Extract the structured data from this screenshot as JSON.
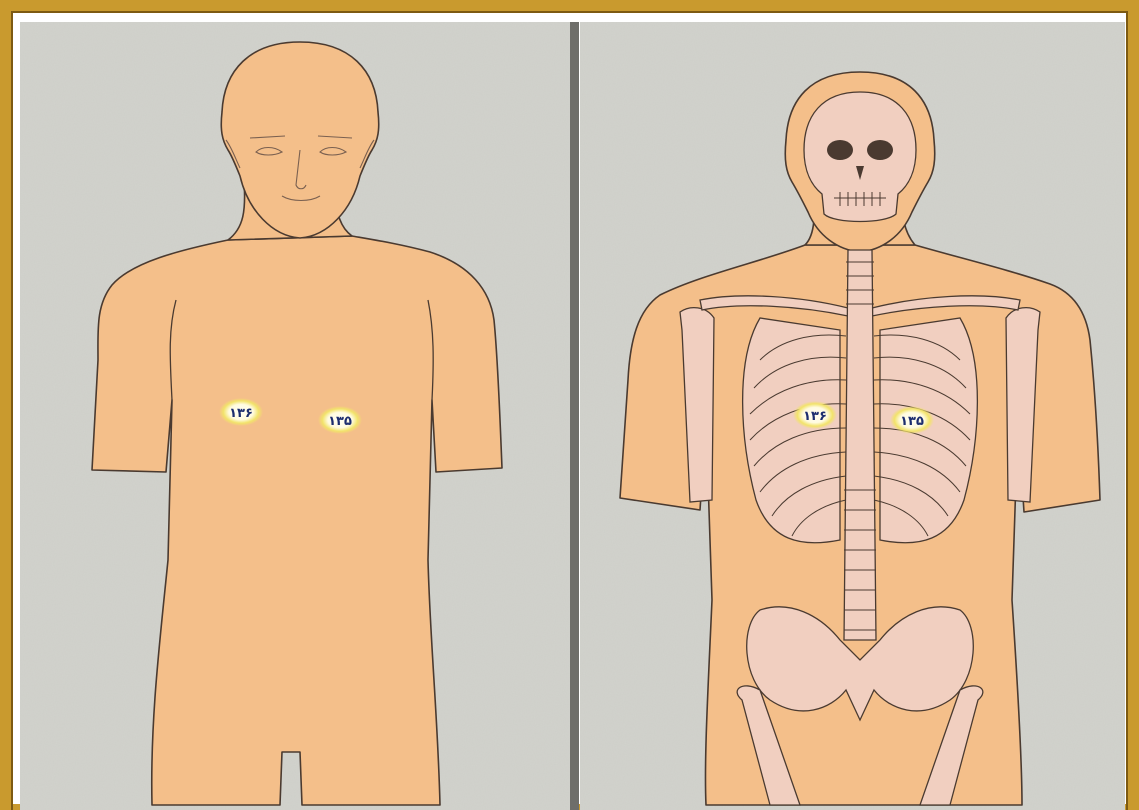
{
  "markers": {
    "left_panel": {
      "right_point_label": "۱۳۶",
      "left_point_label": "۱۳۵"
    },
    "right_panel": {
      "right_point_label": "۱۳۶",
      "left_point_label": "۱۳۵"
    }
  },
  "colors": {
    "frame": "#c99a2e",
    "background": "#d3d3cc",
    "skin": "#f4bf8a",
    "bone": "#f1cfc0",
    "outline": "#4a3a30",
    "marker_fill": "#fffbe0",
    "marker_glow": "#f0e060"
  }
}
